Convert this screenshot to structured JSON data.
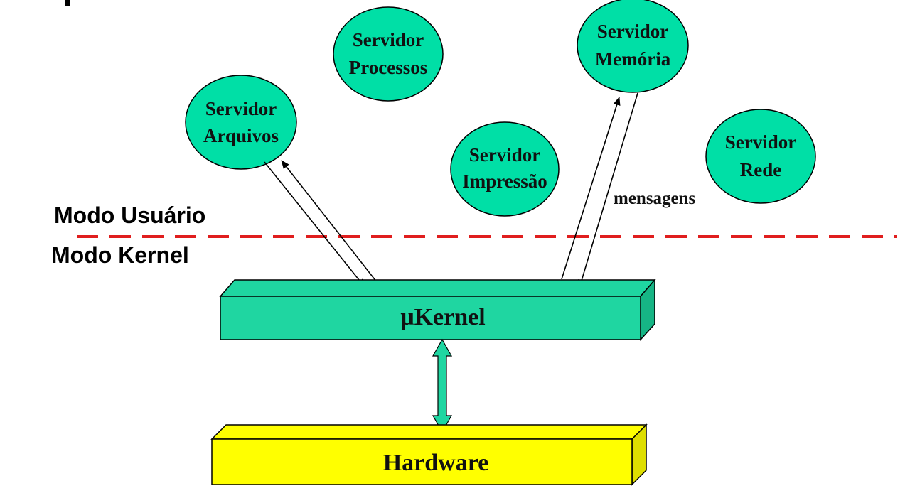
{
  "colors": {
    "server_fill": "#00dfa6",
    "kernel_fill": "#1fd6a1",
    "kernel_side": "#16b585",
    "hardware_fill": "#ffff00",
    "hardware_side": "#dede00",
    "mode_divider": "#e01e1e",
    "arrow_fill": "#1fd6a1"
  },
  "servers": {
    "processos": {
      "line1": "Servidor",
      "line2": "Processos"
    },
    "memoria": {
      "line1": "Servidor",
      "line2": "Memória"
    },
    "arquivos": {
      "line1": "Servidor",
      "line2": "Arquivos"
    },
    "impressao": {
      "line1": "Servidor",
      "line2": "Impressão"
    },
    "rede": {
      "line1": "Servidor",
      "line2": "Rede"
    }
  },
  "messages_label": "mensagens",
  "modes": {
    "user": "Modo Usuário",
    "kernel": "Modo Kernel"
  },
  "kernel": {
    "label": "μKernel"
  },
  "hardware": {
    "label": "Hardware"
  }
}
